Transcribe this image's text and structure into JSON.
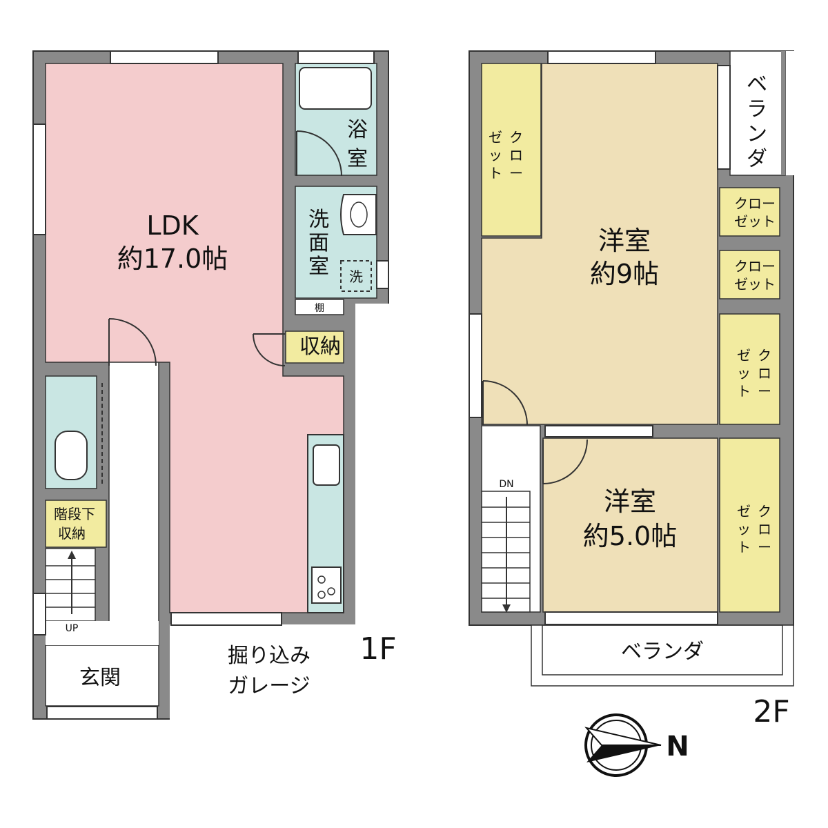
{
  "colors": {
    "ldk": "#f4cccd",
    "wet": "#c9e6e3",
    "storage": "#f2eba0",
    "western": "#efe0b8",
    "wall": "#8a8a8a",
    "white": "#ffffff"
  },
  "floor1": {
    "label": "1F",
    "ldk_name": "LDK",
    "ldk_size": "約17.0帖",
    "bath": [
      "浴",
      "室"
    ],
    "washroom": [
      "洗",
      "面",
      "室"
    ],
    "washer": "洗",
    "shelf": "棚",
    "storage": "収納",
    "under_stair": [
      "階段下",
      "収納"
    ],
    "up": "UP",
    "entrance": "玄関",
    "garage": [
      "掘り込み",
      "ガレージ"
    ]
  },
  "floor2": {
    "label": "2F",
    "room_large_name": "洋室",
    "room_large_size": "約9帖",
    "room_small_name": "洋室",
    "room_small_size": "約5.0帖",
    "closet_vertical_col1": [
      "ク",
      "ロ",
      "ー"
    ],
    "closet_vertical_col2": [
      "ゼ",
      "ッ",
      "ト"
    ],
    "closet_small_line1": "クロー",
    "closet_small_line2": "ゼット",
    "veranda_side": [
      "ベ",
      "ラ",
      "ン",
      "ダ"
    ],
    "veranda_bottom": "ベランダ",
    "dn": "DN"
  },
  "compass": {
    "north": "N",
    "icon": "compass-icon"
  }
}
